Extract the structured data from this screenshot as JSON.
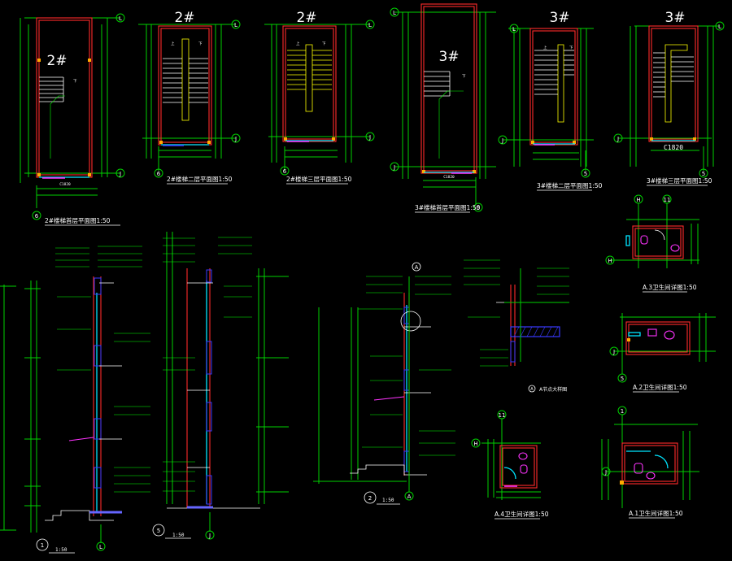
{
  "drawing": {
    "colors": {
      "background": "#000000",
      "wall": "#ff2a2a",
      "dimension": "#00d000",
      "stair": "#ffff00",
      "glass": "#00e5ff",
      "text": "#ffffff",
      "fixture": "#ff33ff"
    },
    "stair_plans": [
      {
        "label": "2#",
        "title": "2#楼梯首层平面图1:50",
        "axis_top": "L",
        "axis_bottom": "J",
        "axis_side": "6",
        "span": "C1820"
      },
      {
        "label": "2#",
        "title": "2#楼梯二层平面图1:50",
        "axis_top": "L",
        "axis_bottom": "J",
        "axis_side": "6"
      },
      {
        "label": "2#",
        "title": "2#楼梯三层平面图1:50",
        "axis_top": "L",
        "axis_bottom": "J",
        "axis_side": "6"
      },
      {
        "label": "3#",
        "title": "3#楼梯首层平面图1:50",
        "axis_top": "L",
        "axis_bottom": "J",
        "axis_side": "5",
        "span": "C1820"
      },
      {
        "label": "3#",
        "title": "3#楼梯二层平面图1:50",
        "axis_top": "L",
        "axis_bottom": "J",
        "axis_side": "5"
      },
      {
        "label": "3#",
        "title": "3#楼梯三层平面图1:50",
        "axis_top": "L",
        "axis_bottom": "J",
        "axis_side": "5",
        "span": "C1820"
      }
    ],
    "sections": [
      {
        "number": "1",
        "scale": "1:50",
        "axis": "L"
      },
      {
        "number": "5",
        "scale": "1:50",
        "axis": "J"
      },
      {
        "number": "2",
        "scale": "1:50",
        "axis": "A"
      }
    ],
    "node_detail": {
      "number": "A",
      "title": "A节点大样图"
    },
    "bathrooms": [
      {
        "title": "A.3卫生间详图1:50",
        "axis_top_left": "H",
        "axis_top_right": "11",
        "axis_side": "H"
      },
      {
        "title": "A.2卫生间详图1:50",
        "axis_side": "J",
        "axis_bottom": "5"
      },
      {
        "title": "A.4卫生间详图1:50",
        "axis_top": "11",
        "axis_side": "H"
      },
      {
        "title": "A.1卫生间详图1:50",
        "axis_top": "1",
        "axis_side": "J"
      }
    ]
  }
}
